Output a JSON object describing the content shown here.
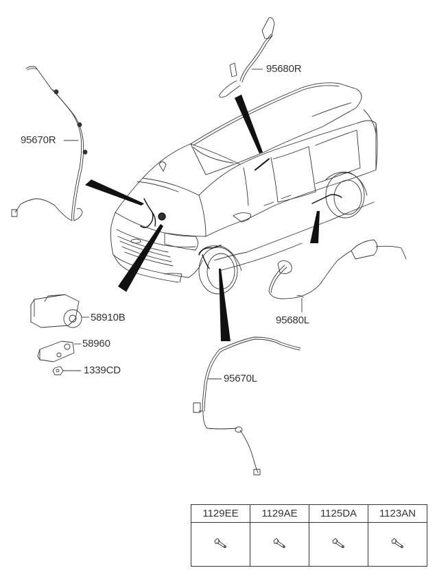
{
  "diagram": {
    "title": "ABS wiring / wheel speed sensor parts diagram",
    "parts": [
      {
        "id": "95680R",
        "label": "95680R",
        "description": "rear right wheel speed sensor cable"
      },
      {
        "id": "95670R",
        "label": "95670R",
        "description": "front right wheel speed sensor cable"
      },
      {
        "id": "95680L",
        "label": "95680L",
        "description": "rear left wheel speed sensor cable"
      },
      {
        "id": "58910B",
        "label": "58910B",
        "description": "ABS hydraulic modulator"
      },
      {
        "id": "58960",
        "label": "58960",
        "description": "modulator bracket"
      },
      {
        "id": "1339CD",
        "label": "1339CD",
        "description": "nut"
      },
      {
        "id": "95670L",
        "label": "95670L",
        "description": "front left wheel speed sensor cable"
      }
    ],
    "fastener_table": {
      "columns": [
        "1129EE",
        "1129AE",
        "1125DA",
        "1123AN"
      ]
    }
  }
}
